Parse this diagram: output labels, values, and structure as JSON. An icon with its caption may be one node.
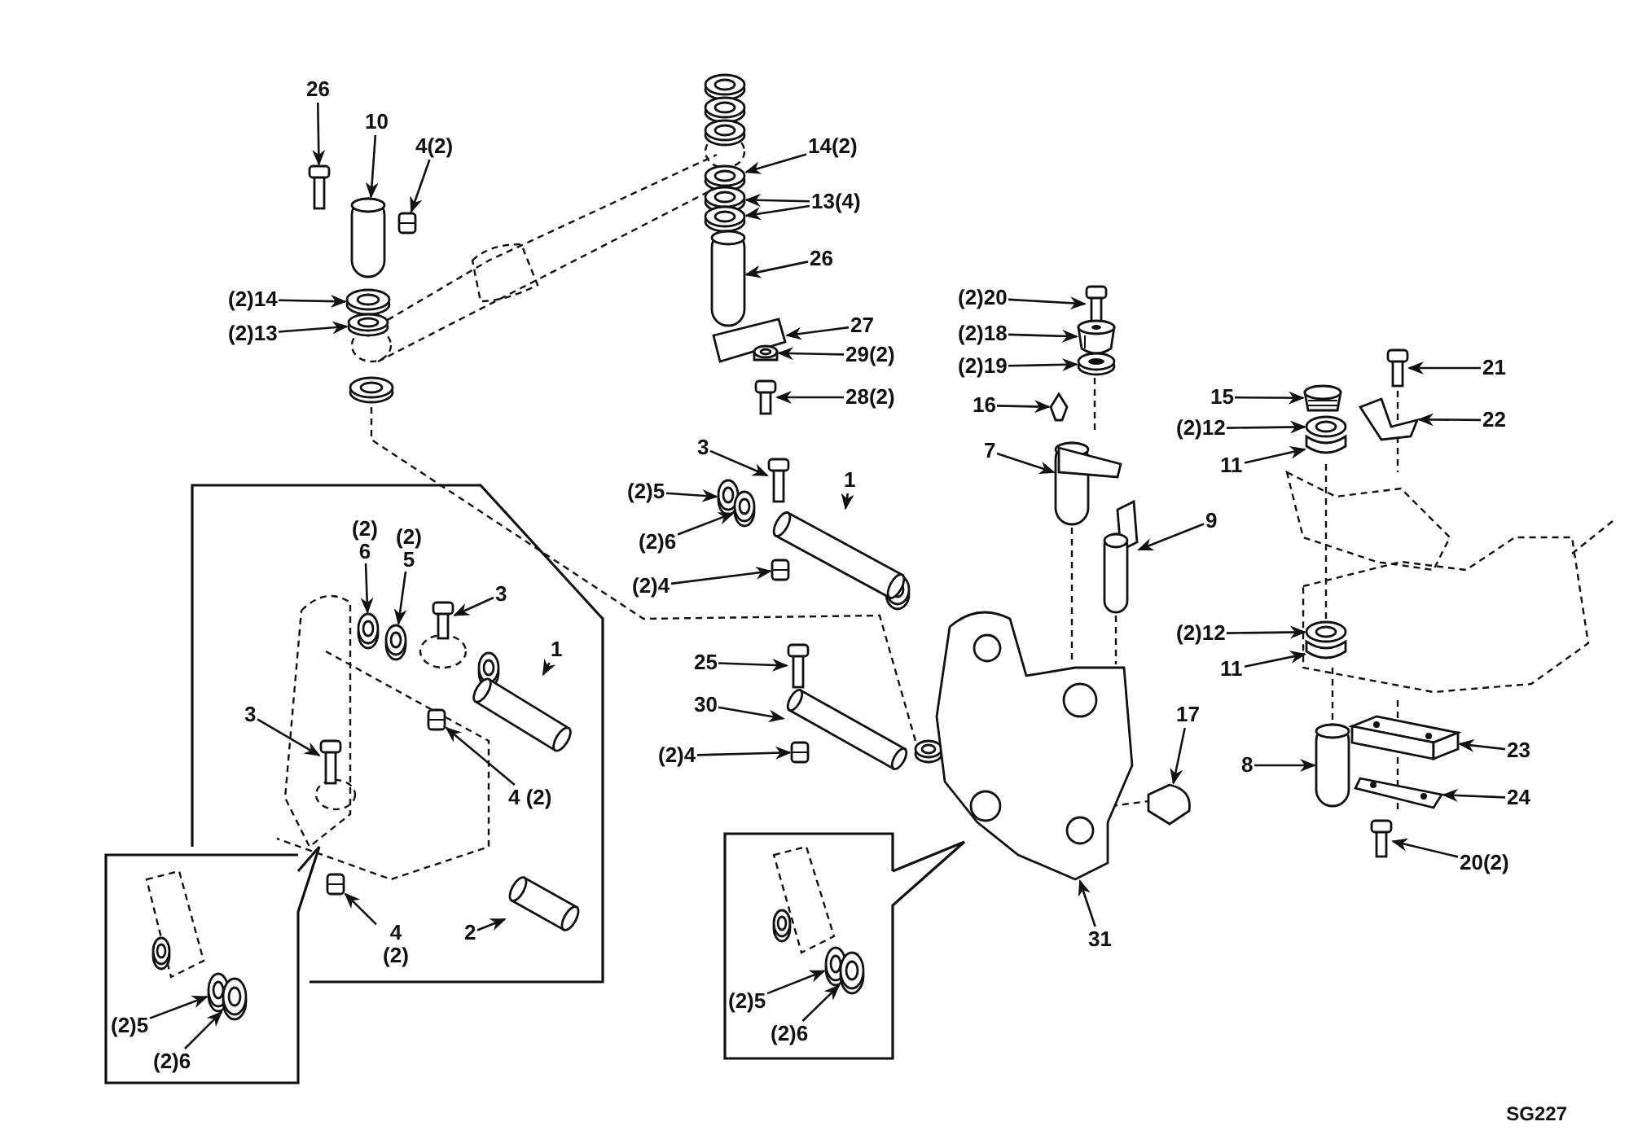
{
  "diagram": {
    "nodes": [
      {
        "text": [
          "26"
        ]
      },
      {
        "text": [
          "10"
        ]
      },
      {
        "text": [
          "4(2)"
        ]
      },
      {
        "text": [
          "(2)14"
        ]
      },
      {
        "text": [
          "(2)13"
        ]
      },
      {
        "text": [
          "14(2)"
        ]
      },
      {
        "text": [
          "13(4)"
        ]
      },
      {
        "text": [
          "26"
        ]
      },
      {
        "text": [
          "27"
        ]
      },
      {
        "text": [
          "29(2)"
        ]
      },
      {
        "text": [
          "28(2)"
        ]
      },
      {
        "text": [
          "3"
        ]
      },
      {
        "text": [
          "(2)5"
        ]
      },
      {
        "text": [
          "(2)6"
        ]
      },
      {
        "text": [
          "1"
        ]
      },
      {
        "text": [
          "(2)4"
        ]
      },
      {
        "text": [
          "25"
        ]
      },
      {
        "text": [
          "30"
        ]
      },
      {
        "text": [
          "(2)4"
        ]
      },
      {
        "text": [
          "(2)20"
        ]
      },
      {
        "text": [
          "(2)18"
        ]
      },
      {
        "text": [
          "(2)19"
        ]
      },
      {
        "text": [
          "16"
        ]
      },
      {
        "text": [
          "7"
        ]
      },
      {
        "text": [
          "9"
        ]
      },
      {
        "text": [
          "15"
        ]
      },
      {
        "text": [
          "(2)12"
        ]
      },
      {
        "text": [
          "11"
        ]
      },
      {
        "text": [
          "21"
        ]
      },
      {
        "text": [
          "22"
        ]
      },
      {
        "text": [
          "(2)12"
        ]
      },
      {
        "text": [
          "11"
        ]
      },
      {
        "text": [
          "23"
        ]
      },
      {
        "text": [
          "24"
        ]
      },
      {
        "text": [
          "8"
        ]
      },
      {
        "text": [
          "20(2)"
        ]
      },
      {
        "text": [
          "17"
        ]
      },
      {
        "text": [
          "31"
        ]
      },
      {
        "text": [
          "(2) 6"
        ]
      },
      {
        "text": [
          "(2) 5"
        ]
      },
      {
        "text": [
          "3"
        ]
      },
      {
        "text": [
          "1"
        ]
      },
      {
        "text": [
          "3"
        ]
      },
      {
        "text": [
          "4 (2)"
        ]
      },
      {
        "text": [
          "4 (2)"
        ]
      },
      {
        "text": [
          "2"
        ]
      },
      {
        "text": [
          "(2)5"
        ]
      },
      {
        "text": [
          "(2)6"
        ]
      },
      {
        "text": [
          "(2)5"
        ]
      },
      {
        "text": [
          "(2)6"
        ]
      },
      {
        "text": [],
        "shape": "picture"
      },
      {
        "text": [],
        "shape": "picture"
      },
      {
        "text": [],
        "shape": "picture"
      },
      {
        "text": [],
        "shape": "picture"
      },
      {
        "text": [],
        "shape": "picture"
      },
      {
        "text": [],
        "shape": "picture"
      },
      {
        "text": [],
        "shape": "picture"
      },
      {
        "text": [],
        "shape": "picture"
      },
      {
        "text": [],
        "shape": "picture"
      },
      {
        "text": [],
        "shape": "picture"
      },
      {
        "text": [],
        "shape": "picture"
      },
      {
        "text": [],
        "shape": "picture"
      },
      {
        "text": [],
        "shape": "picture"
      },
      {
        "text": [],
        "shape": "picture"
      },
      {
        "text": [],
        "shape": "picture"
      },
      {
        "text": [],
        "shape": "picture"
      },
      {
        "text": [],
        "shape": "picture"
      },
      {
        "text": [],
        "shape": "picture"
      },
      {
        "text": [],
        "shape": "picture"
      },
      {
        "text": [],
        "shape": "picture"
      },
      {
        "text": [],
        "shape": "picture"
      },
      {
        "text": [],
        "shape": "picture"
      },
      {
        "text": [],
        "shape": "picture"
      },
      {
        "text": [],
        "shape": "picture"
      },
      {
        "text": [],
        "shape": "picture"
      },
      {
        "text": [],
        "shape": "picture"
      },
      {
        "text": [],
        "shape": "picture"
      },
      {
        "text": [],
        "shape": "picture"
      },
      {
        "text": [],
        "shape": "picture"
      },
      {
        "text": [],
        "shape": "picture"
      },
      {
        "text": [],
        "shape": "picture"
      },
      {
        "text": [],
        "shape": "picture"
      },
      {
        "text": [],
        "shape": "picture"
      },
      {
        "text": [],
        "shape": "picture"
      },
      {
        "text": [],
        "shape": "picture"
      },
      {
        "text": [],
        "shape": "picture"
      },
      {
        "text": [],
        "shape": "picture"
      },
      {
        "text": [],
        "shape": "picture"
      },
      {
        "text": [],
        "shape": "picture"
      },
      {
        "text": [],
        "shape": "picture"
      },
      {
        "text": [],
        "shape": "picture"
      },
      {
        "text": [],
        "shape": "picture"
      },
      {
        "text": [],
        "shape": "picture"
      },
      {
        "text": [],
        "shape": "picture"
      },
      {
        "text": [],
        "shape": "picture"
      },
      {
        "text": [],
        "shape": "picture"
      },
      {
        "text": [],
        "shape": "picture"
      },
      {
        "text": [],
        "shape": "picture"
      },
      {
        "text": [],
        "shape": "picture"
      },
      {
        "text": [],
        "shape": "picture"
      },
      {
        "text": [],
        "shape": "picture"
      }
    ],
    "edges": [
      {
        "from": 0,
        "to": 50,
        "arrow": "to"
      },
      {
        "from": 1,
        "to": 51,
        "arrow": "to"
      },
      {
        "from": 2,
        "to": 52,
        "arrow": "to"
      },
      {
        "from": 3,
        "to": 53,
        "arrow": "to"
      },
      {
        "from": 4,
        "to": 54,
        "arrow": "to"
      },
      {
        "from": 5,
        "to": 55,
        "arrow": "to"
      },
      {
        "from": 6,
        "to": 56,
        "arrow": "to"
      },
      {
        "from": 6,
        "to": 57,
        "arrow": "to"
      },
      {
        "from": 7,
        "to": 58,
        "arrow": "to"
      },
      {
        "from": 8,
        "to": 59,
        "arrow": "to"
      },
      {
        "from": 9,
        "to": 60,
        "arrow": "to"
      },
      {
        "from": 10,
        "to": 61,
        "arrow": "to"
      },
      {
        "from": 11,
        "to": 62,
        "arrow": "to"
      },
      {
        "from": 12,
        "to": 63,
        "arrow": "to"
      },
      {
        "from": 13,
        "to": 64,
        "arrow": "to"
      },
      {
        "from": 14,
        "to": 65,
        "arrow": "to"
      },
      {
        "from": 15,
        "to": 66,
        "arrow": "to"
      },
      {
        "from": 16,
        "to": 67,
        "arrow": "to"
      },
      {
        "from": 17,
        "to": 68,
        "arrow": "to"
      },
      {
        "from": 18,
        "to": 69,
        "arrow": "to"
      },
      {
        "from": 19,
        "to": 70,
        "arrow": "to"
      },
      {
        "from": 20,
        "to": 71,
        "arrow": "to"
      },
      {
        "from": 21,
        "to": 72,
        "arrow": "to"
      },
      {
        "from": 22,
        "to": 73,
        "arrow": "to"
      },
      {
        "from": 23,
        "to": 74,
        "arrow": "to"
      },
      {
        "from": 24,
        "to": 75,
        "arrow": "to"
      },
      {
        "from": 25,
        "to": 76,
        "arrow": "to"
      },
      {
        "from": 26,
        "to": 77,
        "arrow": "to"
      },
      {
        "from": 27,
        "to": 78,
        "arrow": "to"
      },
      {
        "from": 28,
        "to": 79,
        "arrow": "to"
      },
      {
        "from": 29,
        "to": 80,
        "arrow": "to"
      },
      {
        "from": 30,
        "to": 81,
        "arrow": "to"
      },
      {
        "from": 31,
        "to": 82,
        "arrow": "to"
      },
      {
        "from": 32,
        "to": 83,
        "arrow": "to"
      },
      {
        "from": 33,
        "to": 84,
        "arrow": "to"
      },
      {
        "from": 34,
        "to": 85,
        "arrow": "to"
      },
      {
        "from": 35,
        "to": 86,
        "arrow": "to"
      },
      {
        "from": 36,
        "to": 87,
        "arrow": "to"
      },
      {
        "from": 37,
        "to": 88,
        "arrow": "to"
      },
      {
        "from": 38,
        "to": 89,
        "arrow": "to"
      },
      {
        "from": 39,
        "to": 90,
        "arrow": "to"
      },
      {
        "from": 40,
        "to": 91,
        "arrow": "to"
      },
      {
        "from": 41,
        "to": 92,
        "arrow": "to"
      },
      {
        "from": 42,
        "to": 93,
        "arrow": "to"
      },
      {
        "from": 43,
        "to": 94,
        "arrow": "to"
      },
      {
        "from": 44,
        "to": 95,
        "arrow": "to"
      },
      {
        "from": 45,
        "to": 96,
        "arrow": "to"
      },
      {
        "from": 46,
        "to": 97,
        "arrow": "to"
      },
      {
        "from": 47,
        "to": 98,
        "arrow": "to"
      },
      {
        "from": 48,
        "to": 99,
        "arrow": "to"
      },
      {
        "from": 49,
        "to": 100,
        "arrow": "to"
      }
    ],
    "labels": [
      "SG227"
    ]
  }
}
